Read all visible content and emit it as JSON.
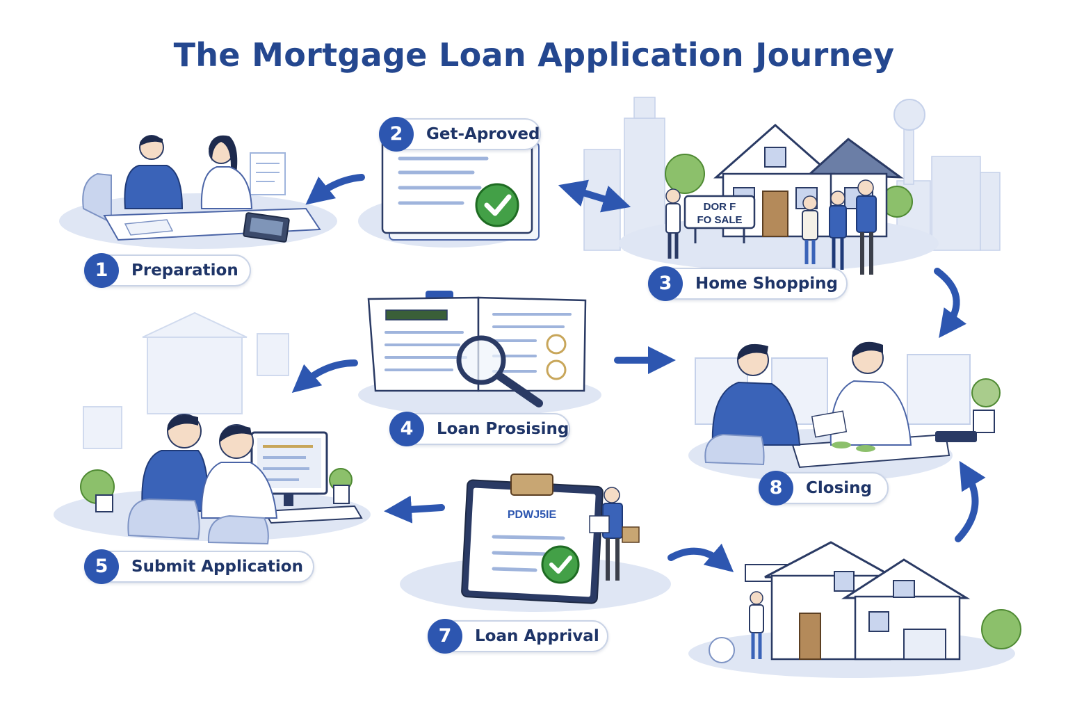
{
  "title": "The Mortgage Loan Application Journey",
  "colors": {
    "accent": "#2d56b0",
    "title": "#24478f",
    "check": "#43a047",
    "illustration": "#9fb4dc"
  },
  "steps": [
    {
      "number": "1",
      "label": "Preparation"
    },
    {
      "number": "2",
      "label": "Get-Aproved"
    },
    {
      "number": "3",
      "label": "Home Shopping"
    },
    {
      "number": "4",
      "label": "Loan Prosising"
    },
    {
      "number": "5",
      "label": "Submit Application"
    },
    {
      "number": "7",
      "label": "Loan Apprival"
    },
    {
      "number": "8",
      "label": "Closing"
    }
  ],
  "sign_text": [
    "DOR F",
    "FO SALE"
  ],
  "clipboard_text": "PDWJ5IE"
}
